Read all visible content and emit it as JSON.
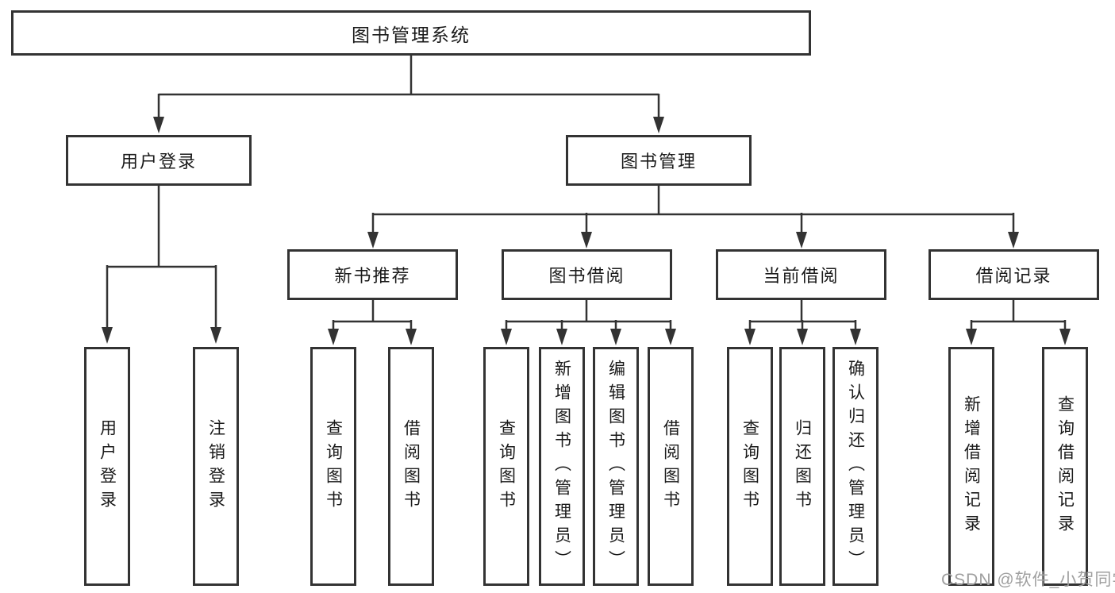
{
  "diagram": {
    "root": {
      "label": "图书管理系统"
    },
    "level2": {
      "user_login": {
        "label": "用户登录"
      },
      "book_mgmt": {
        "label": "图书管理"
      }
    },
    "level3": {
      "new_books": {
        "label": "新书推荐"
      },
      "borrowing": {
        "label": "图书借阅"
      },
      "current": {
        "label": "当前借阅"
      },
      "records": {
        "label": "借阅记录"
      }
    },
    "leaves": {
      "user_login": [
        "用户登录",
        "注销登录"
      ],
      "new_books": [
        "查询图书",
        "借阅图书"
      ],
      "borrowing": [
        "查询图书",
        "新增图书（管理员）",
        "编辑图书（管理员）",
        "借阅图书"
      ],
      "current": [
        "查询图书",
        "归还图书",
        "确认归还（管理员）"
      ],
      "records": [
        "新增借阅记录",
        "查询借阅记录"
      ]
    }
  },
  "watermark": {
    "text": "CSDN @软件_小贺同学"
  },
  "colors": {
    "line": "#333333",
    "box_border": "#333333",
    "text": "#1a1a1a",
    "background": "#ffffff",
    "watermark": "#9f9f9f"
  }
}
